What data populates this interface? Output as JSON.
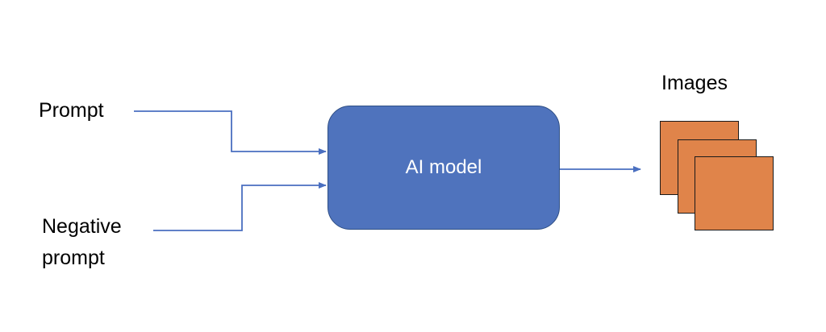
{
  "inputs": {
    "prompt": "Prompt",
    "negative_prompt_line1": "Negative",
    "negative_prompt_line2": "prompt"
  },
  "model": {
    "label": "AI model"
  },
  "output": {
    "label": "Images",
    "image_count": 3
  },
  "colors": {
    "model_fill": "#4f73bd",
    "connector": "#4a6fc0",
    "image_fill": "#e0844a",
    "text": "#000000",
    "model_text": "#ffffff"
  }
}
